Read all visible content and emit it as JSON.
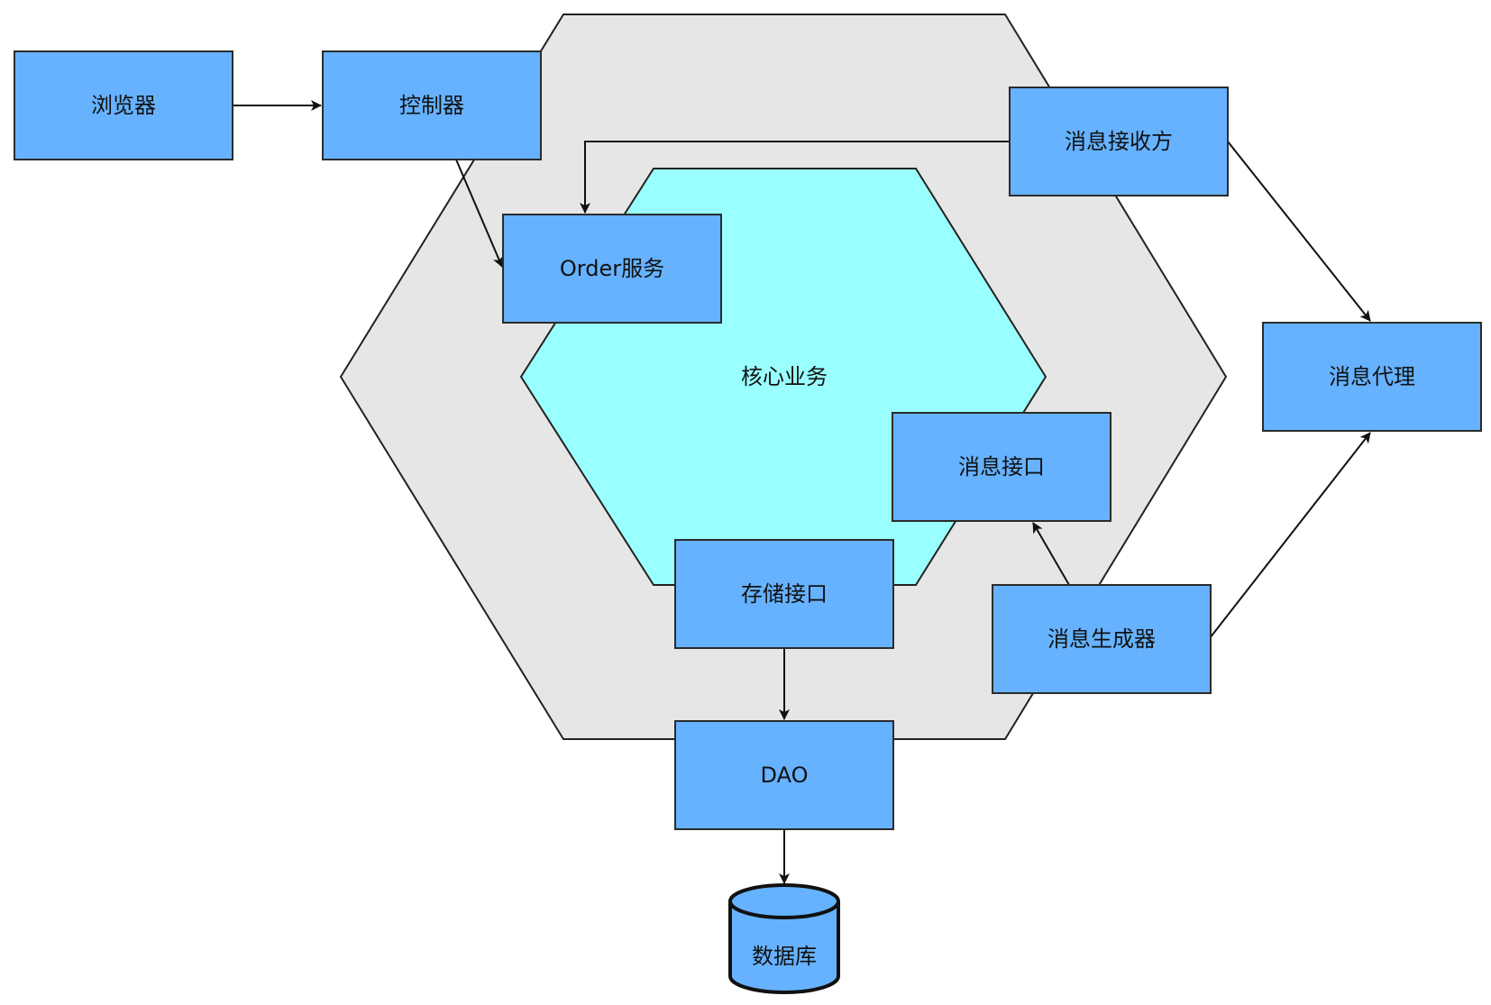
{
  "diagram": {
    "outer_hexagon": {
      "fill": "#e6e6e6"
    },
    "core_hexagon": {
      "label": "核心业务",
      "fill": "#99ffff"
    },
    "nodes": {
      "browser": {
        "label": "浏览器"
      },
      "controller": {
        "label": "控制器"
      },
      "order_service": {
        "label": "Order服务"
      },
      "message_receiver": {
        "label": "消息接收方"
      },
      "message_broker": {
        "label": "消息代理"
      },
      "message_interface": {
        "label": "消息接口"
      },
      "storage_interface": {
        "label": "存储接口"
      },
      "message_generator": {
        "label": "消息生成器"
      },
      "dao": {
        "label": "DAO"
      },
      "database": {
        "label": "数据库"
      }
    },
    "edges": [
      {
        "from": "浏览器",
        "to": "控制器"
      },
      {
        "from": "控制器",
        "to": "Order服务"
      },
      {
        "from": "消息接收方",
        "to": "Order服务"
      },
      {
        "from": "消息接收方",
        "to": "消息代理"
      },
      {
        "from": "消息生成器",
        "to": "消息接口"
      },
      {
        "from": "消息生成器",
        "to": "消息代理"
      },
      {
        "from": "存储接口",
        "to": "DAO"
      },
      {
        "from": "DAO",
        "to": "数据库"
      }
    ],
    "colors": {
      "node_fill": "#66b2ff",
      "stroke": "#2b2b2b",
      "arrow": "#111111"
    }
  }
}
